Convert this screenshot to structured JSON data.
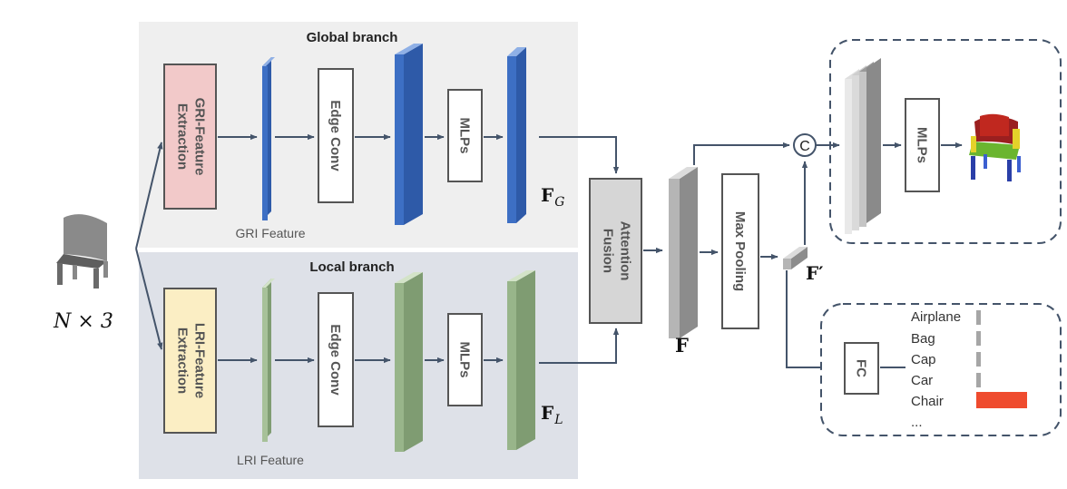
{
  "global_branch": {
    "title": "Global branch",
    "extract_line1": "GRI-Feature",
    "extract_line2": "Extraction",
    "feature_caption": "GRI Feature",
    "edge_conv": "Edge Conv",
    "mlps": "MLPs",
    "output_symbol": "F",
    "output_subscript": "G"
  },
  "local_branch": {
    "title": "Local branch",
    "extract_line1": "LRI-Feature",
    "extract_line2": "Extraction",
    "feature_caption": "LRI Feature",
    "edge_conv": "Edge Conv",
    "mlps": "MLPs",
    "output_symbol": "F",
    "output_subscript": "L"
  },
  "input": {
    "label": "N × 3"
  },
  "fusion": {
    "line1": "Attention",
    "line2": "Fusion",
    "output_symbol": "F",
    "pooling": "Max Pooling",
    "pooled_symbol": "F′"
  },
  "segmentation": {
    "concat_symbol": "C",
    "mlps": "MLPs"
  },
  "classification": {
    "fc": "FC",
    "classes": [
      "Airplane",
      "Bag",
      "Cap",
      "Car",
      "Chair",
      "..."
    ],
    "predicted": "Chair"
  },
  "colors": {
    "global_panel": "#efefef",
    "local_panel": "#dee1e8",
    "global_feature": "#3d6fc4",
    "local_feature": "#98b58a",
    "gri_box": "#f2c9c9",
    "lri_box": "#fbeec4",
    "fusion_box": "#d6d6d6",
    "arrow": "#44546a",
    "highlight_bar": "#ef4b2e"
  },
  "icons": [
    "chair-point-cloud-icon",
    "segmented-chair-icon"
  ]
}
